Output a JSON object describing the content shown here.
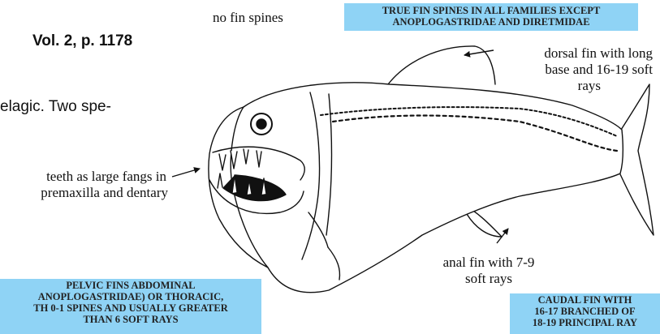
{
  "reference": {
    "text": "Vol. 2, p. 1178"
  },
  "description": {
    "text": "elagic. Two spe-"
  },
  "labels": {
    "no_fin_spines": "no fin spines",
    "dorsal_fin": [
      "dorsal fin with long",
      "base and 16-19 soft",
      "rays"
    ],
    "teeth": [
      "teeth as large fangs in",
      "premaxilla and dentary"
    ],
    "anal_fin": [
      "anal fin with 7-9",
      "soft rays"
    ]
  },
  "boxes": {
    "fin_spines": [
      "TRUE FIN SPINES IN ALL FAMILIES EXCEPT",
      "ANOPLOGASTRIDAE AND DIRETMIDAE"
    ],
    "pelvic_fins": [
      "PELVIC FINS ABDOMINAL",
      "ANOPLOGASTRIDAE) OR THORACIC,",
      "TH 0-1 SPINES AND USUALLY GREATER",
      "THAN 6 SOFT RAYS"
    ],
    "caudal_fin": [
      "CAUDAL FIN WITH",
      "16-17 BRANCHED OF",
      "18-19 PRINCIPAL RAY"
    ]
  },
  "colors": {
    "highlight_box": "#8fd3f5",
    "ink": "#111111"
  }
}
